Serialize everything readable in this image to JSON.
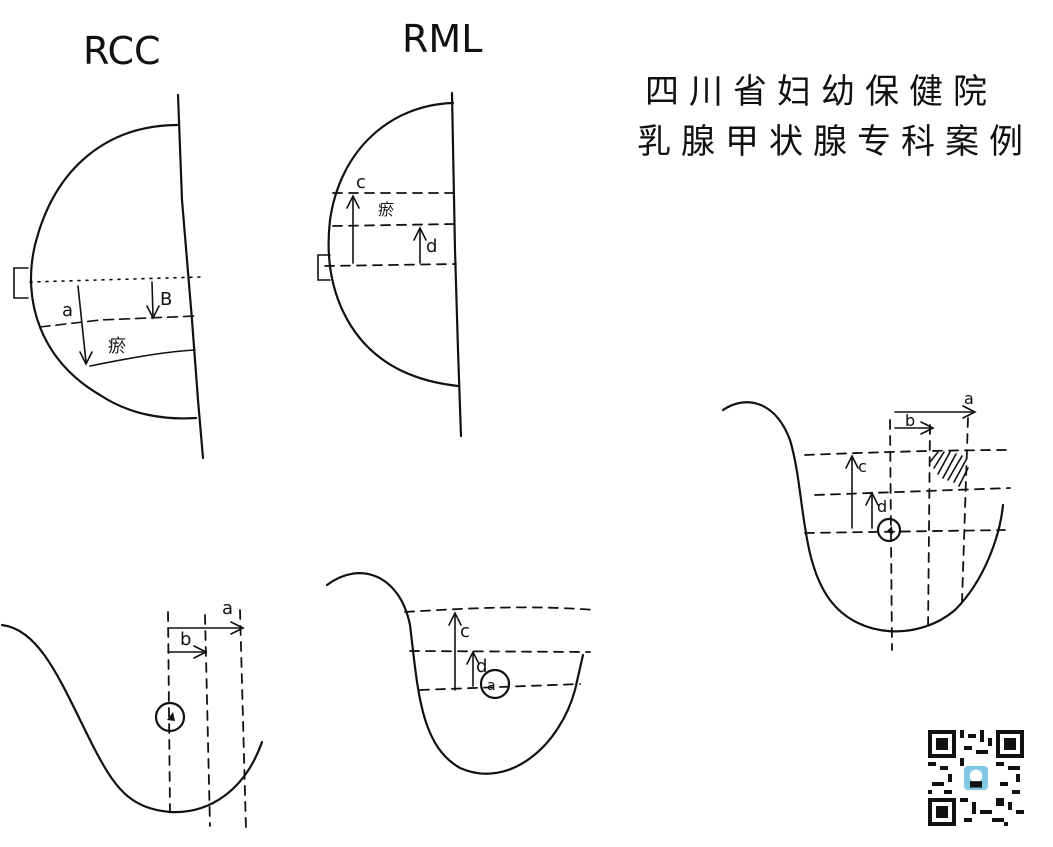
{
  "labels": {
    "rcc": "RCC",
    "rml": "RML"
  },
  "caption": {
    "line1": "四川省妇幼保健院",
    "line2": "乳腺甲状腺专科案例"
  },
  "marks": {
    "a": "a",
    "b": "b",
    "c": "c",
    "d": "d",
    "B": "B",
    "lesion": "瘀",
    "circle": "a"
  },
  "colors": {
    "ink": "#111111",
    "background": "#ffffff",
    "qr_face": "#7ec8e3"
  }
}
